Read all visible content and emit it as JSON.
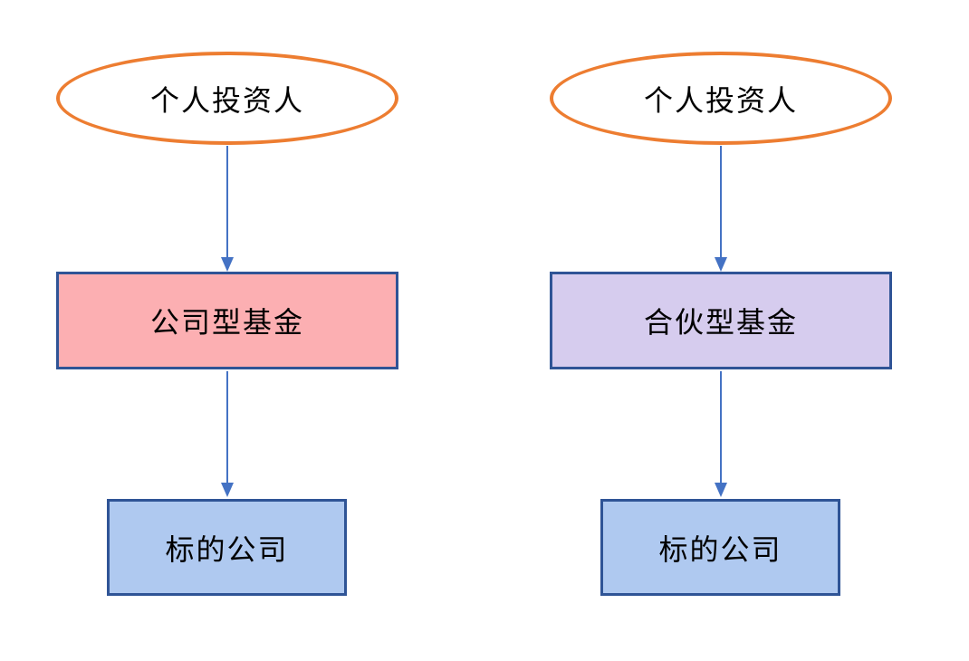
{
  "diagram": {
    "title": "fund-structure-comparison",
    "columns": [
      {
        "id": "corporate-fund-flow",
        "investor_label": "个人投资人",
        "fund_label": "公司型基金",
        "target_label": "标的公司",
        "fund_fill": "#FCAFB2"
      },
      {
        "id": "partnership-fund-flow",
        "investor_label": "个人投资人",
        "fund_label": "合伙型基金",
        "target_label": "标的公司",
        "fund_fill": "#D6CCEE"
      }
    ],
    "colors": {
      "ellipse_border": "#ED7D31",
      "rect_border": "#2F5496",
      "target_fill": "#AFC9F0",
      "arrow": "#4472C4",
      "text": "#000000",
      "background": "#FFFFFF"
    }
  }
}
